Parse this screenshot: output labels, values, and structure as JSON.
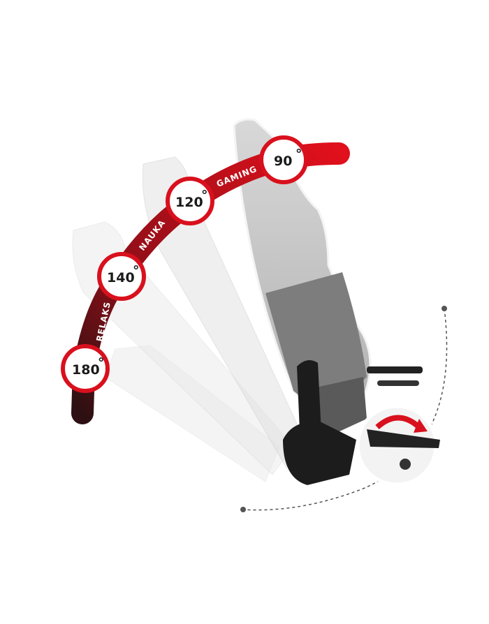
{
  "positions": [
    {
      "angle": "180",
      "degree_symbol": "°"
    },
    {
      "angle": "140",
      "degree_symbol": "°"
    },
    {
      "angle": "120",
      "degree_symbol": "°"
    },
    {
      "angle": "90",
      "degree_symbol": "°"
    }
  ],
  "modes": [
    "RELAKS",
    "NAUKA",
    "GAMING"
  ],
  "colors": {
    "accent": "#d9101d",
    "dark_accent": "#3a1214",
    "mechanism": "#1c1c1c",
    "fabric": "#8c8c8c"
  },
  "icons": [
    "rotate-arrow-icon"
  ]
}
